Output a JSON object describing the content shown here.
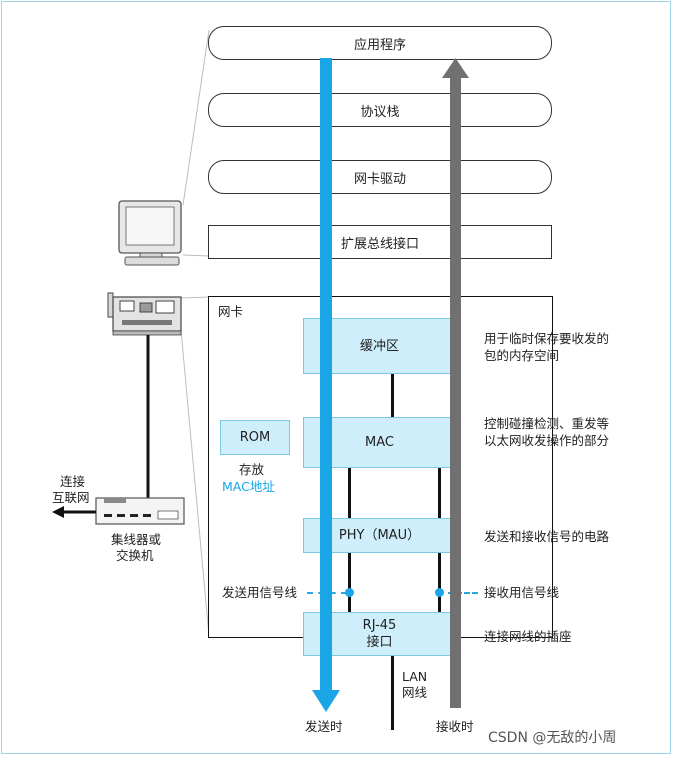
{
  "layers": {
    "app": "应用程序",
    "stack": "协议栈",
    "driver": "网卡驱动",
    "bus": "扩展总线接口"
  },
  "nic": {
    "label": "网卡",
    "buffer": "缓冲区",
    "mac": "MAC",
    "phy": "PHY（MAU）",
    "rj45_line1": "RJ-45",
    "rj45_line2": "接口",
    "rom": "ROM",
    "rom_note1": "存放",
    "rom_note2": "MAC地址"
  },
  "annotations": {
    "buffer_1": "用于临时保存要收发的",
    "buffer_2": "包的内存空间",
    "mac_1": "控制碰撞检测、重发等",
    "mac_2": "以太网收发操作的部分",
    "phy": "发送和接收信号的电路",
    "send_line": "发送用信号线",
    "recv_line": "接收用信号线",
    "rj45": "连接网线的插座",
    "lan_1": "LAN",
    "lan_2": "网线"
  },
  "arrows": {
    "send": "发送时",
    "receive": "接收时"
  },
  "hub": {
    "internet_1": "连接",
    "internet_2": "互联网",
    "label_1": "集线器或",
    "label_2": "交换机"
  },
  "watermark": "CSDN @无敌的小周",
  "colors": {
    "send_arrow": "#1aa6e6",
    "receive_arrow": "#707070",
    "nic_box_fill": "#cdeefa",
    "mac_address_text": "#1aa6e6"
  },
  "icons": [
    "computer-icon",
    "network-card-icon",
    "hub-switch-icon"
  ]
}
